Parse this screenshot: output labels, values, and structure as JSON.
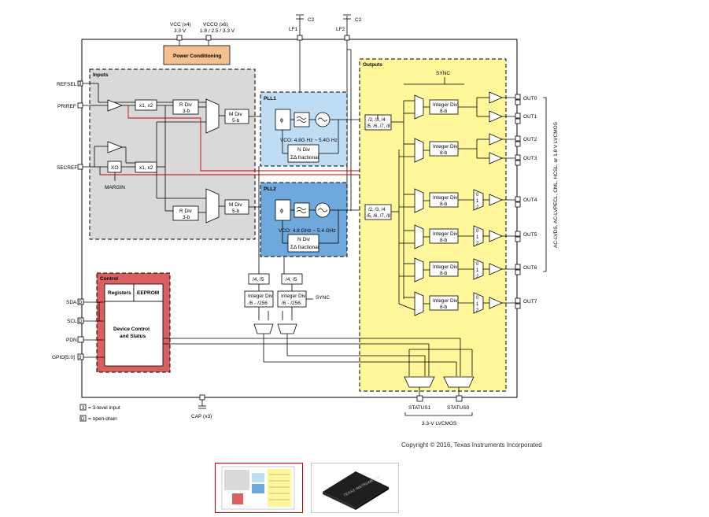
{
  "pins": {
    "vcc": "VCC (x4)",
    "vcc_v": "3.3 V",
    "vcco": "VCCO (x6)",
    "vcco_v": "1.8 / 2.5 / 3.3 V",
    "lf1": "LF1",
    "lf2": "LF2",
    "c2a": "C2",
    "c2b": "C2",
    "refsel": "REFSEL",
    "priref": "PRIREF",
    "secref": "SECREF",
    "margin": "MARGIN",
    "sda": "SDA",
    "scl": "SCL",
    "pdn": "PDN",
    "gpio": "GPIO[5:0]",
    "cap": "CAP (x3)",
    "status1": "STATUS1",
    "status0": "STATUS0",
    "lvcmos33": "3.3-V LVCMOS",
    "outputs_std": "AC-LVDS, AC-LVPECL, CML, HCSL, or 1.8 V LVCMOS",
    "out": [
      "OUT0",
      "OUT1",
      "OUT2",
      "OUT3",
      "OUT4",
      "OUT5",
      "OUT6",
      "OUT7"
    ]
  },
  "blocks": {
    "power": "Power Conditioning",
    "inputs": "Inputs",
    "x12": "x1, x2",
    "xo": "XO",
    "rdiv": "R Div",
    "rdiv_bits": "3-b",
    "mdiv": "M Div",
    "mdiv_bits": "5-b",
    "pll1": "PLL1",
    "pll2": "PLL2",
    "phi": "ϕ",
    "vco1": "VCO: 4.8G Hz ~ 5.4G Hz",
    "vco2": "VCO: 4.8 GHz ~ 5.4 GHz",
    "ndiv": "N Div",
    "ndiv_frac": "ΣΔ fractional",
    "outputs": "Outputs",
    "sync": "SYNC",
    "presc_a": "/2, /3, /4",
    "presc_b": "/5, /6, /7, /8",
    "intdiv": "Integer Div",
    "intdiv_bits": "8-b",
    "div45": "/4, /5",
    "intdiv_big": "Integer Div",
    "intdiv_big_range": "/6 - /256",
    "sync2": "SYNC",
    "control": "Control",
    "registers": "Registers",
    "eeprom": "EEPROM",
    "device_control": "Device Control",
    "and_status": "and Status",
    "mux0": "0",
    "mux1": "1",
    "mux2": "2"
  },
  "legend": {
    "three_level": "= 3-level input",
    "open_drain": "= open-drain"
  },
  "footer": {
    "copyright": "Copyright © 2016, Texas Instruments Incorporated",
    "chip_text": "TEXAS INSTRUMENTS"
  },
  "colors": {
    "inputs_bg": "#d9d9d9",
    "pll1_bg": "#bfdcf5",
    "pll2_bg": "#6fa8dc",
    "outputs_bg": "#fff799",
    "control_bg": "#d9605f",
    "power_bg": "#f5c08f",
    "accent": "#c00000"
  }
}
